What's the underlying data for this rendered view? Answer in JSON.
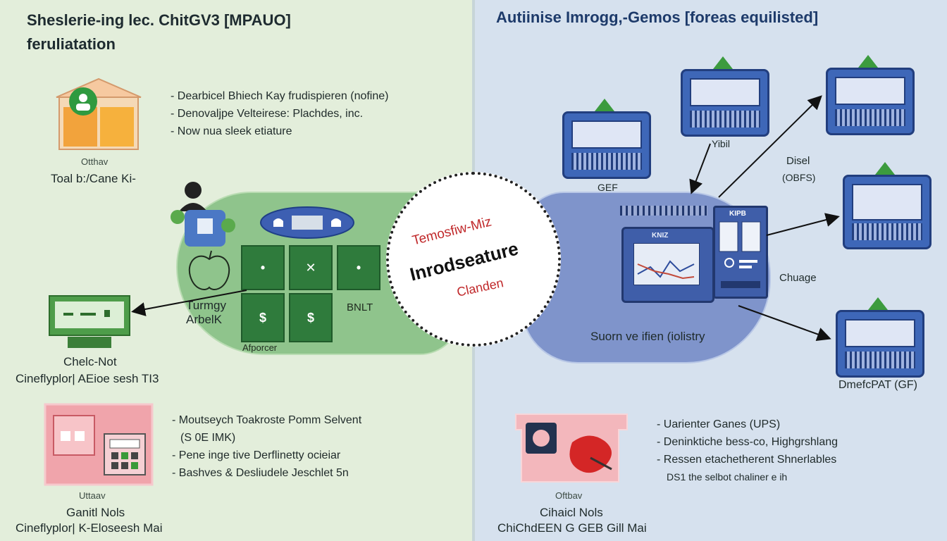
{
  "left": {
    "title_line1": "Sheslerie-ing lec. ChitGV3 [MPAUO]",
    "title_line2": "feruliatation",
    "bullets_top": [
      "- Dearbicel Bhiech Kay frudispieren (nofine)",
      "- Denovaljpe Velteirese: Plachdes, inc.",
      "- Now nua sleek etiature"
    ],
    "icon_top_caption_small": "Otthav",
    "icon_top_caption": "Toal b:/Cane Ki-",
    "blob_label_1": "Turmgy",
    "blob_label_2": "ArbelK",
    "blob_label_bnlt": "BNLT",
    "blob_label_footer": "Afporcer",
    "tiles": [
      "•",
      "✕",
      "•",
      "$",
      "$"
    ],
    "mid_caption_1": "Chelc-Not",
    "mid_caption_2": "Cineflyplor| AEioe sesh TI3",
    "bullets_bottom": [
      "- Moutseych Toakroste Pomm Selvent",
      "(S 0E IMK)",
      "- Pene inge tive Derflinetty ocieiar",
      "- Bashves & Desliudele Jeschlet 5n"
    ],
    "icon_bottom_caption_small": "Uttaav",
    "icon_bottom_caption_1": "Ganitl Nols",
    "icon_bottom_caption_2": "Cineflyplor| K-Eloseesh Mai"
  },
  "center": {
    "line1": "Temosfiw-Miz",
    "line2": "Inrodseature",
    "line3": "Clanden"
  },
  "right": {
    "title": "Autiinise Imrogg,-Gemos [foreas equilisted]",
    "server_labels": {
      "s1": "GEF",
      "s2": "Yibil",
      "right_label_1": "Disel",
      "right_label_2": "(OBFS)",
      "chuage": "Chuage",
      "dmef": "DmefcPAT (GF)"
    },
    "blob_monitor_label": "KNIZ",
    "blob_panel_label": "KIPB",
    "blob_caption": "Suorn ve ifien (iolistry",
    "bullets": [
      "- Uarienter Ganes (UPS)",
      "- Deninktiche bess-co, Highgrshlang",
      "- Ressen etachetherent Shnerlables",
      "DS1 the selbot chaliner e ih"
    ],
    "icon_caption_small": "Oftbav",
    "icon_caption_1": "Cihaicl Nols",
    "icon_caption_2": "ChiChdEEN G GEB Gill Mai"
  }
}
